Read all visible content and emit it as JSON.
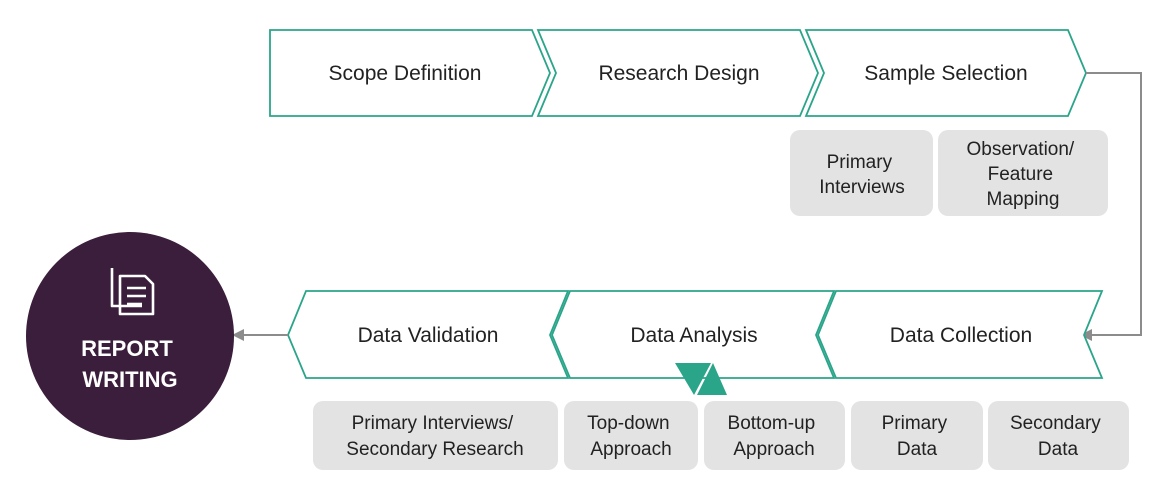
{
  "colors": {
    "accent": "#2aa58a",
    "box_fill": "#e3e3e3",
    "circle_fill": "#3a1e3b",
    "arrow": "#8c8c8c",
    "text": "#222222"
  },
  "top_steps": [
    {
      "label": "Scope Definition"
    },
    {
      "label": "Research Design"
    },
    {
      "label": "Sample Selection"
    }
  ],
  "bottom_steps": [
    {
      "label": "Data Validation"
    },
    {
      "label": "Data Analysis"
    },
    {
      "label": "Data Collection"
    }
  ],
  "sample_boxes": [
    {
      "lines": [
        "Primary",
        "Interviews"
      ]
    },
    {
      "lines": [
        "Observation/",
        "Feature",
        "Mapping"
      ]
    }
  ],
  "bottom_boxes": [
    {
      "lines": [
        "Primary Interviews/",
        "Secondary Research"
      ]
    },
    {
      "lines": [
        "Top-down",
        "Approach"
      ]
    },
    {
      "lines": [
        "Bottom-up",
        "Approach"
      ]
    },
    {
      "lines": [
        "Primary",
        "Data"
      ]
    },
    {
      "lines": [
        "Secondary",
        "Data"
      ]
    }
  ],
  "report": {
    "lines": [
      "REPORT",
      "WRITING"
    ],
    "icon": "document-icon"
  }
}
